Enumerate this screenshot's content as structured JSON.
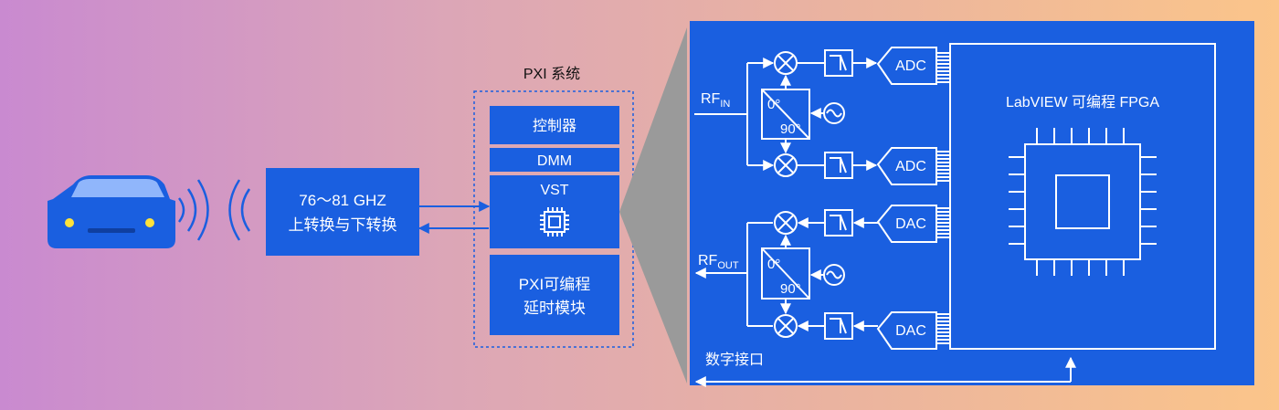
{
  "colors": {
    "primary_blue": "#1a5fe0",
    "white": "#ffffff",
    "cone_gray": "#9a9a9a"
  },
  "pxi_title": "PXI 系统",
  "converter": {
    "line1": "76～81 GHZ",
    "line2": "上转换与下转换"
  },
  "pxi": {
    "controller": "控制器",
    "dmm": "DMM",
    "vst": "VST",
    "delay_line1": "PXI可编程",
    "delay_line2": "延时模块"
  },
  "vst_detail": {
    "rf_in_main": "RF",
    "rf_in_sub": "IN",
    "rf_out_main": "RF",
    "rf_out_sub": "OUT",
    "phase_0": "0°",
    "phase_90": "90°",
    "adc": "ADC",
    "dac": "DAC",
    "fpga_title": "LabVIEW 可编程 FPGA",
    "digital_interface": "数字接口"
  },
  "icons": [
    "car-icon",
    "radio-waves-icon",
    "chip-icon",
    "mixer-icon",
    "filter-icon",
    "oscillator-icon",
    "phase-splitter-icon"
  ]
}
